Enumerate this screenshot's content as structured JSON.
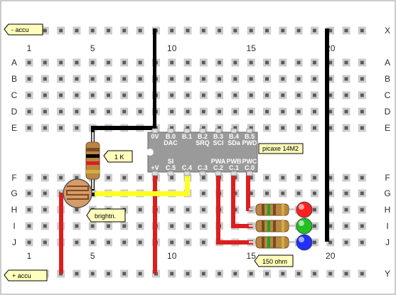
{
  "board": {
    "column_numbers": [
      "1",
      "5",
      "10",
      "15",
      "20"
    ],
    "rows_left": [
      "A",
      "B",
      "C",
      "D",
      "E",
      "F",
      "G",
      "H",
      "I",
      "J"
    ],
    "rows_right": [
      "X",
      "A",
      "B",
      "C",
      "D",
      "E",
      "F",
      "G",
      "H",
      "I",
      "J",
      "Y"
    ]
  },
  "chip": {
    "top_pins": [
      "0V",
      "B.0\nDAC",
      "B.1",
      "B.2\nSRQ",
      "B.3\nSCI",
      "B.4\nSDa",
      "B.5\nPWD"
    ],
    "bottom_pins": [
      "+V",
      "SI\nC.5",
      "C.4",
      "C.3",
      "PWA\nC.2",
      "PWB\nC.1",
      "PWC\nC.0"
    ],
    "name": "picaxe 14M2"
  },
  "callouts": {
    "minus_accu": "- accu",
    "plus_accu": "+ accu",
    "resistor_1k": "1 K",
    "ldr": "brightn.",
    "resistor_150": "150 ohm"
  },
  "colors": {
    "wire_red": "#dd1e1e",
    "wire_black": "#000000",
    "wire_yellow": "#ffff22",
    "chip": "#9a9a9a",
    "callout": "#ffffbb",
    "led_red": "#ff2020",
    "led_green": "#22c022",
    "led_blue": "#2030ff"
  }
}
